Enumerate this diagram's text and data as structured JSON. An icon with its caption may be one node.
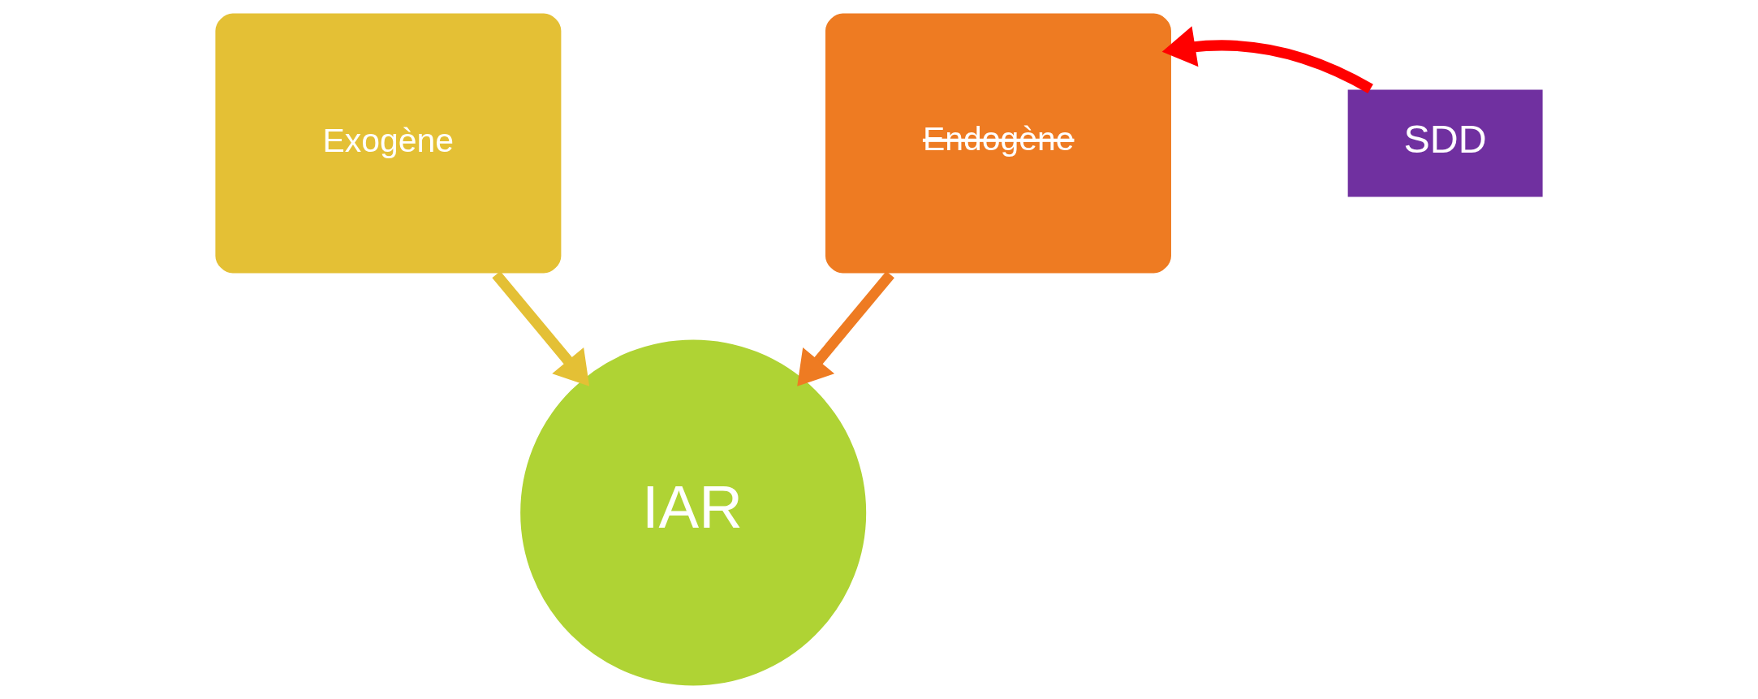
{
  "diagram": {
    "nodes": [
      {
        "text": [
          "Exogène"
        ]
      },
      {
        "text": [
          "Endogène"
        ]
      },
      {
        "text": [
          "IAR"
        ]
      },
      {
        "text": [
          "SDD"
        ]
      }
    ],
    "edges": [
      {
        "from": 0,
        "to": 2,
        "arrow": "to",
        "color": "#e4c035"
      },
      {
        "from": 1,
        "to": 2,
        "arrow": "to",
        "color": "#ee7b22"
      },
      {
        "from": 3,
        "to": 1,
        "arrow": "to",
        "color": "#ff0000"
      }
    ]
  }
}
